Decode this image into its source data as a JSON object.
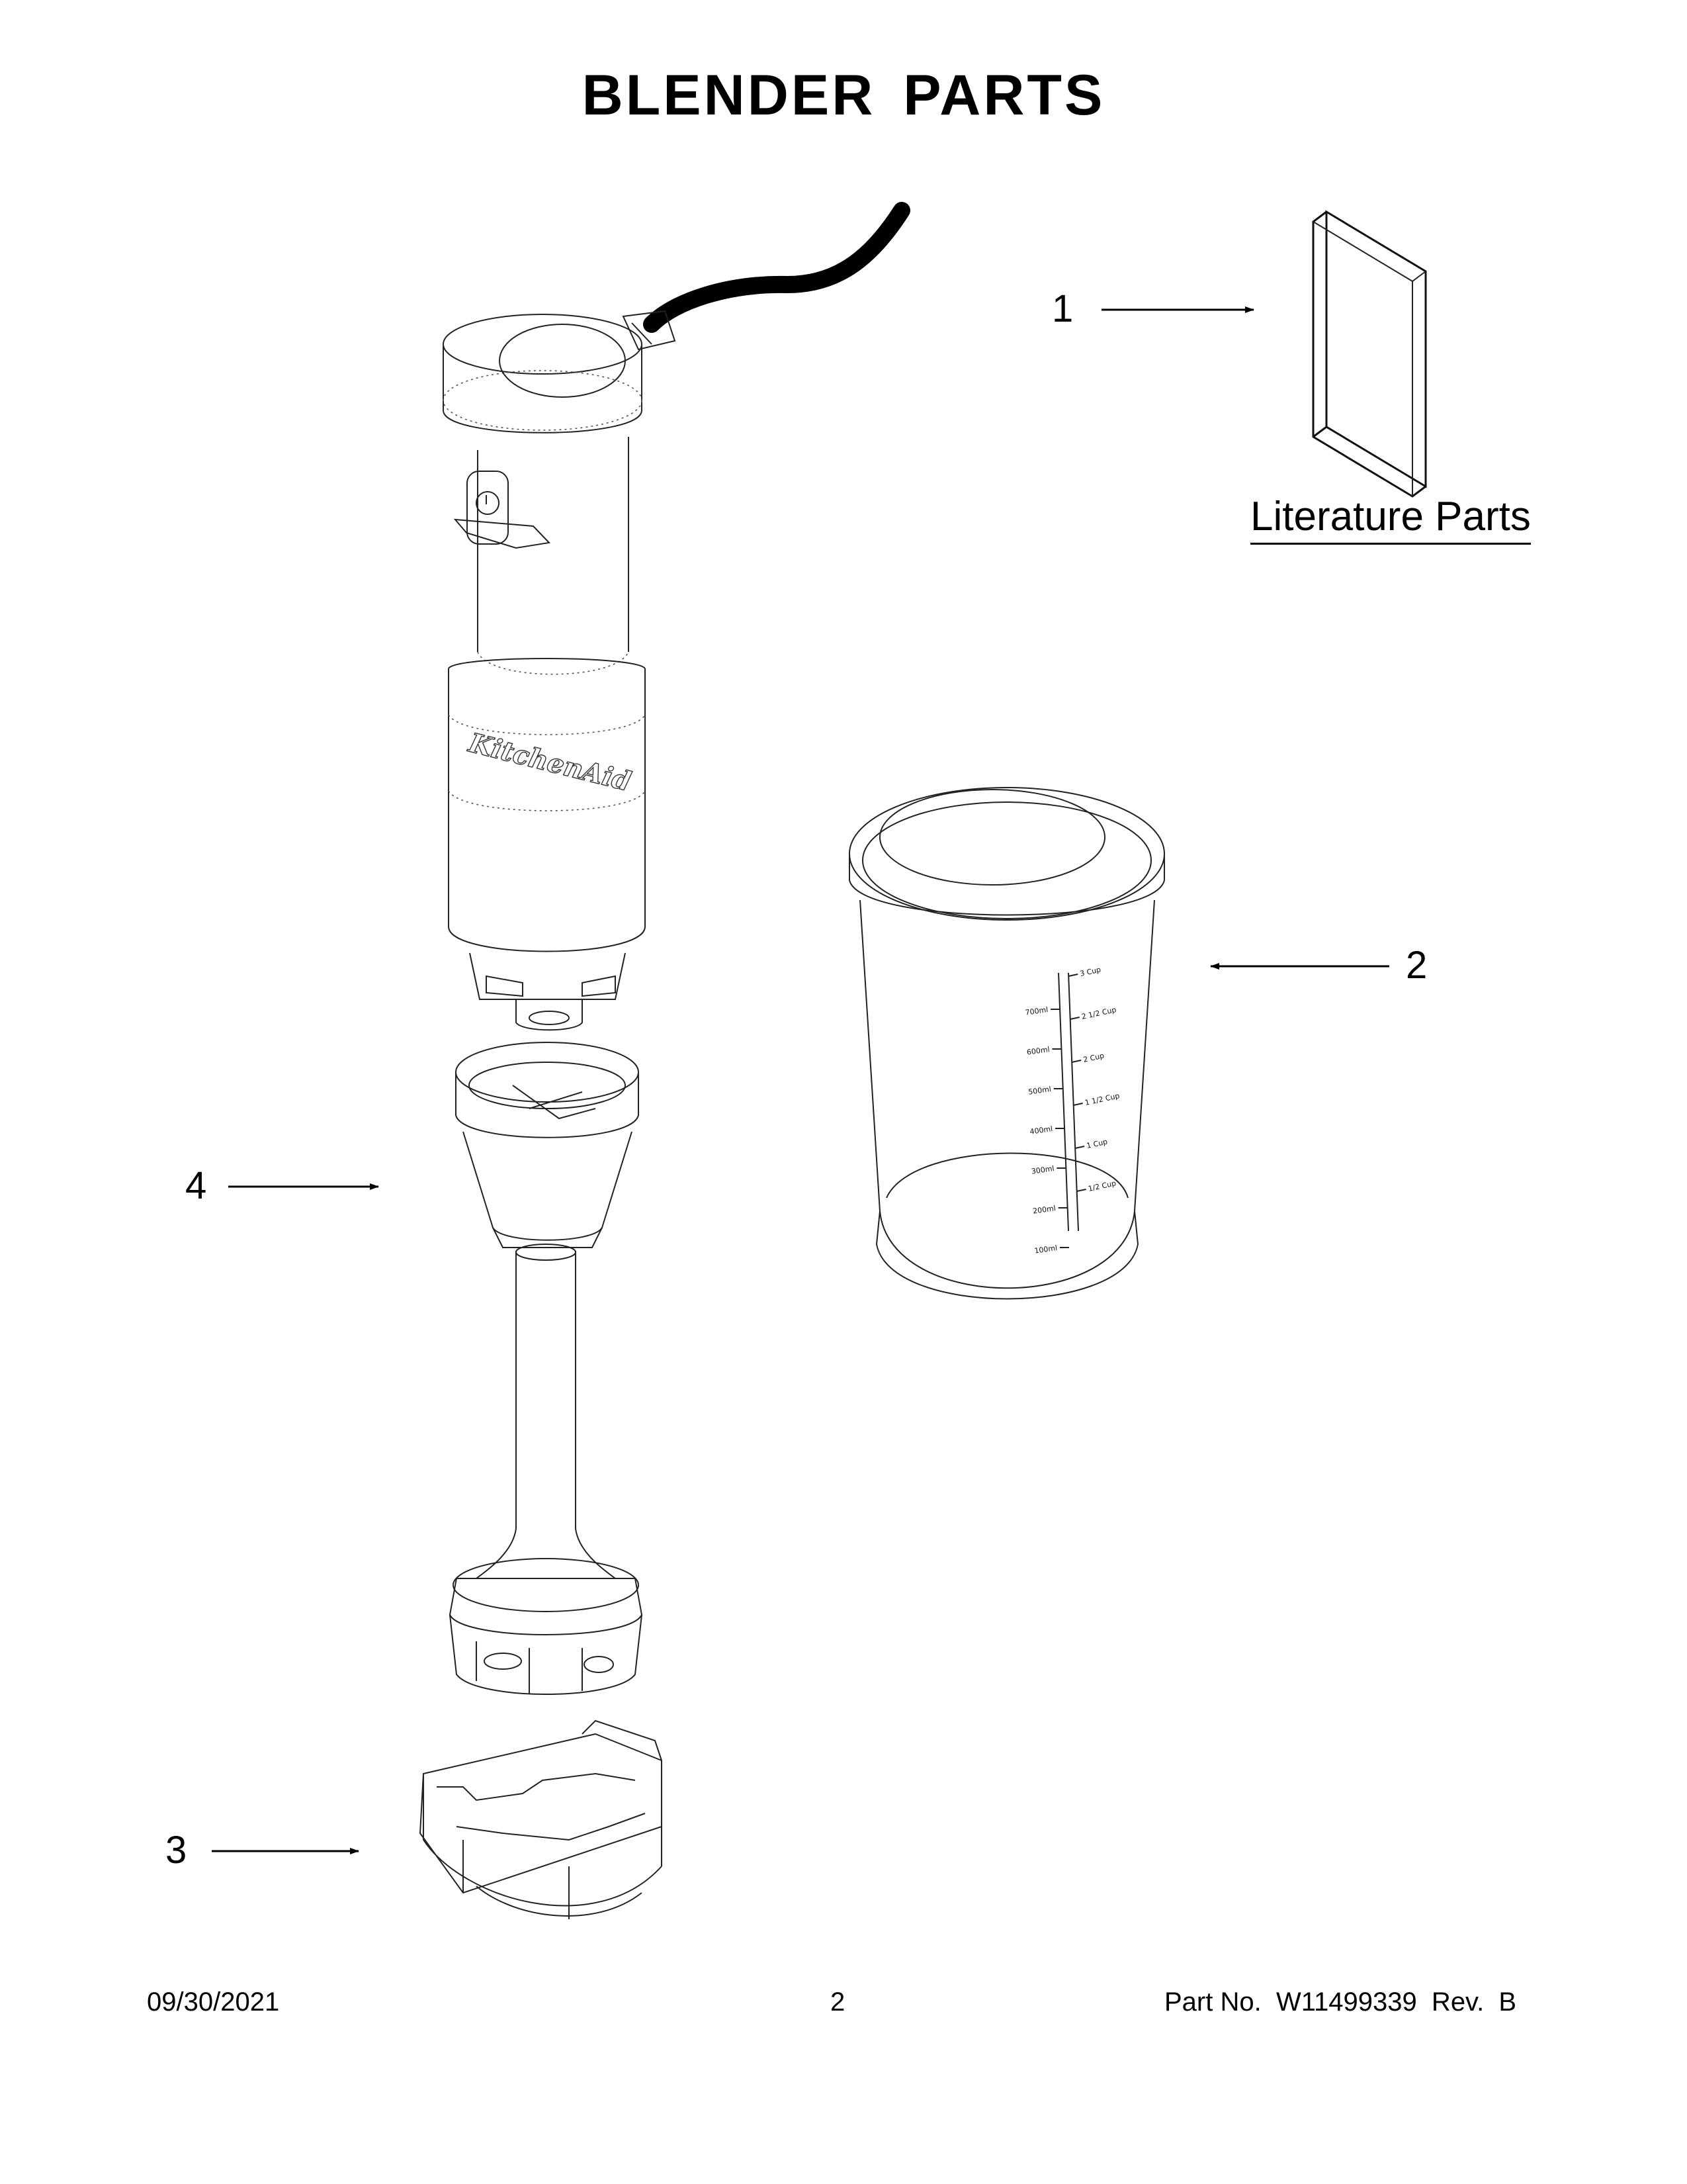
{
  "title": "BLENDER PARTS",
  "callouts": [
    {
      "id": "1",
      "label": "1"
    },
    {
      "id": "2",
      "label": "2"
    },
    {
      "id": "3",
      "label": "3"
    },
    {
      "id": "4",
      "label": "4"
    }
  ],
  "literature_label": "Literature Parts",
  "brand_text": "KitchenAid",
  "cup_scale": {
    "ml": [
      "700ml",
      "600ml",
      "500ml",
      "400ml",
      "300ml",
      "200ml",
      "100ml"
    ],
    "cups": [
      "3 Cup",
      "2 1/2 Cup",
      "2 Cup",
      "1 1/2 Cup",
      "1 Cup",
      "1/2 Cup"
    ]
  },
  "footer": {
    "date": "09/30/2021",
    "page": "2",
    "part_no": "Part No.  W11499339  Rev.  B"
  }
}
